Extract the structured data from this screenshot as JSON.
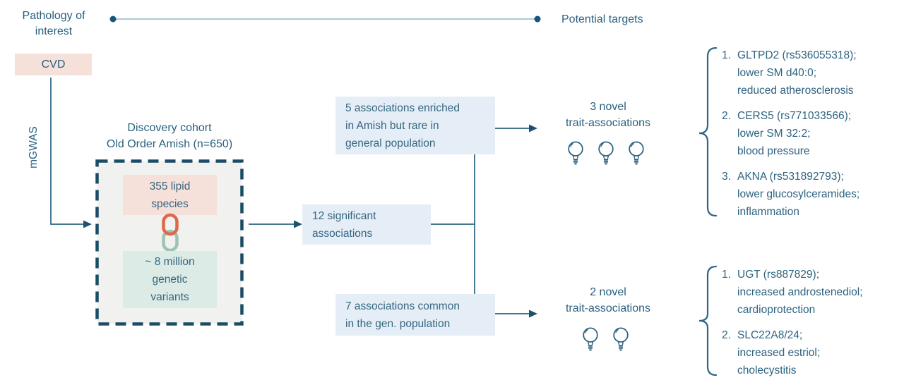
{
  "palette": {
    "ink": "#2b617e",
    "connector_line": "#2a6380",
    "timeline_line": "#a9cbdb",
    "timeline_dot": "#15577a",
    "dashed_border": "#1b4c66",
    "panel_bg": "#f1f1ef",
    "pink_bg": "#f5e0da",
    "teal_bg": "#dcebe6",
    "blue_bg": "#e5eef7",
    "link_orange": "#df684c",
    "link_sage": "#9cc4b4"
  },
  "header": {
    "pathology": {
      "line1": "Pathology of",
      "line2": "interest"
    },
    "potential_targets": "Potential targets"
  },
  "flow": {
    "cvd": "CVD",
    "mgwas": "mGWAS",
    "cohort": {
      "line1": "Discovery cohort",
      "line2": "Old Order Amish (n=650)"
    },
    "lipids": {
      "line1": "355 lipid",
      "line2": "species"
    },
    "variants": {
      "line1": "~ 8 million",
      "line2": "genetic",
      "line3": "variants"
    },
    "significant": {
      "line1": "12 significant",
      "line2": "associations"
    },
    "enriched": {
      "line1": "5 associations enriched",
      "line2": "in Amish but rare in",
      "line3": "general population"
    },
    "common": {
      "line1": "7 associations common",
      "line2": "in the gen. population"
    },
    "novel_top": {
      "line1": "3 novel",
      "line2": "trait-associations",
      "bulb_count": "3"
    },
    "novel_bottom": {
      "line1": "2 novel",
      "line2": "trait-associations",
      "bulb_count": "2"
    }
  },
  "targets_top": {
    "items": [
      {
        "num": "1.",
        "lines": [
          "GLTPD2 (rs536055318);",
          "lower SM d40:0;",
          "reduced atherosclerosis"
        ]
      },
      {
        "num": "2.",
        "lines": [
          "CERS5 (rs771033566);",
          "lower SM 32:2;",
          "blood pressure"
        ]
      },
      {
        "num": "3.",
        "lines": [
          "AKNA (rs531892793);",
          "lower glucosylceramides;",
          "inflammation"
        ]
      }
    ]
  },
  "targets_bottom": {
    "items": [
      {
        "num": "1.",
        "lines": [
          "UGT (rs887829);",
          "increased androstenediol;",
          "cardioprotection"
        ]
      },
      {
        "num": "2.",
        "lines": [
          "SLC22A8/24;",
          "increased estriol;",
          "cholecystitis"
        ]
      }
    ]
  }
}
